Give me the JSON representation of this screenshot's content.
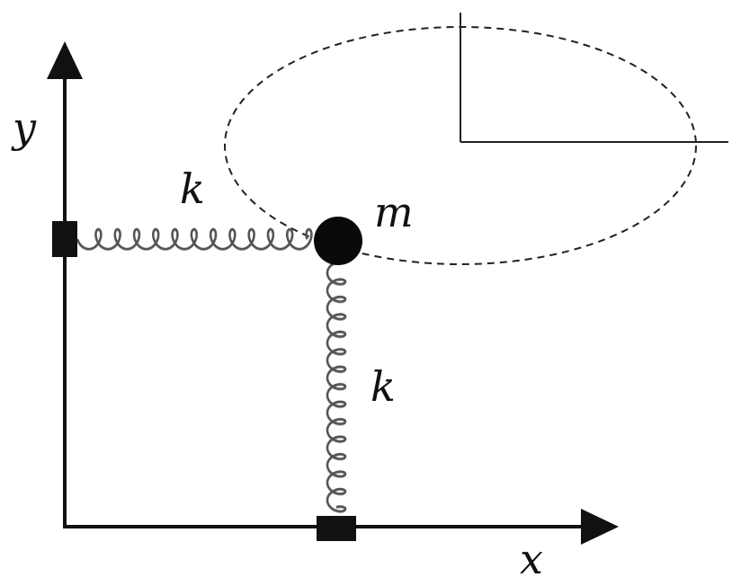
{
  "labels": {
    "y_axis": "y",
    "x_axis": "x",
    "spring_top": "k",
    "spring_right": "k",
    "mass": "m"
  },
  "colors": {
    "ink": "#111111",
    "spring": "#555555"
  }
}
